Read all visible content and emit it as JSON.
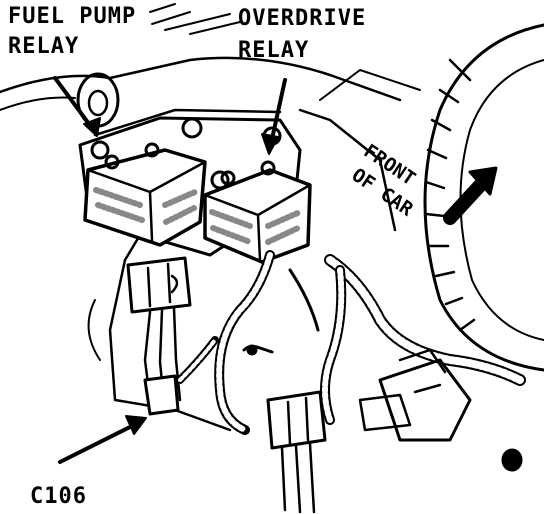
{
  "labels": {
    "fuel_pump_relay_line1": "FUEL PUMP",
    "fuel_pump_relay_line2": "RELAY",
    "overdrive_relay_line1": "OVERDRIVE",
    "overdrive_relay_line2": "RELAY",
    "front_of_car_line1": "FRONT",
    "front_of_car_line2": "OF CAR",
    "connector": "C106"
  },
  "colors": {
    "ink": "#000000",
    "paper": "#ffffff"
  }
}
